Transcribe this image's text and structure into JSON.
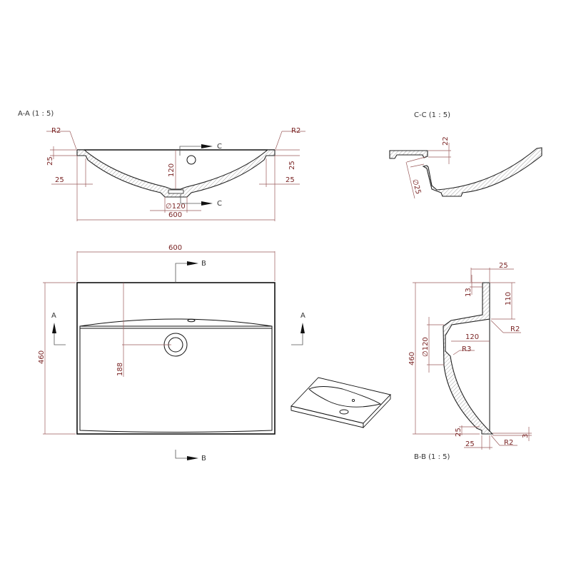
{
  "colors": {
    "dimension": "#7a2424",
    "outline": "#111111",
    "label": "#333333"
  },
  "view_aa": {
    "title": "A-A  (1 : 5)",
    "r2_left": "R2",
    "r2_right": "R2",
    "dim_rim_height_left": "25",
    "dim_rim_height_right": "25",
    "dim_rim_width_left": "25",
    "dim_rim_width_right": "25",
    "dim_depth": "120",
    "dim_drain_diameter": "∅120",
    "dim_width": "600",
    "section_label_top": "C",
    "section_label_bottom": "C"
  },
  "view_cc": {
    "title": "C-C  (1 : 5)",
    "dim_thickness": "22",
    "dim_overflow_diameter": "∅25"
  },
  "view_plan": {
    "dim_width": "600",
    "dim_depth": "460",
    "dim_drain_offset": "188",
    "section_b_top": "B",
    "section_b_bottom": "B",
    "section_a_left": "A",
    "section_a_right": "A"
  },
  "view_bb": {
    "title": "B-B  (1 : 5)",
    "dim_top_width": "25",
    "dim_13": "13",
    "dim_110": "110",
    "r2_top": "R2",
    "dim_drain_diameter": "∅120",
    "dim_120": "120",
    "r3": "R3",
    "dim_depth": "460",
    "dim_bottom_height": "25",
    "dim_bottom_width": "25",
    "r2_bottom": "R2",
    "dim_3": "3"
  }
}
